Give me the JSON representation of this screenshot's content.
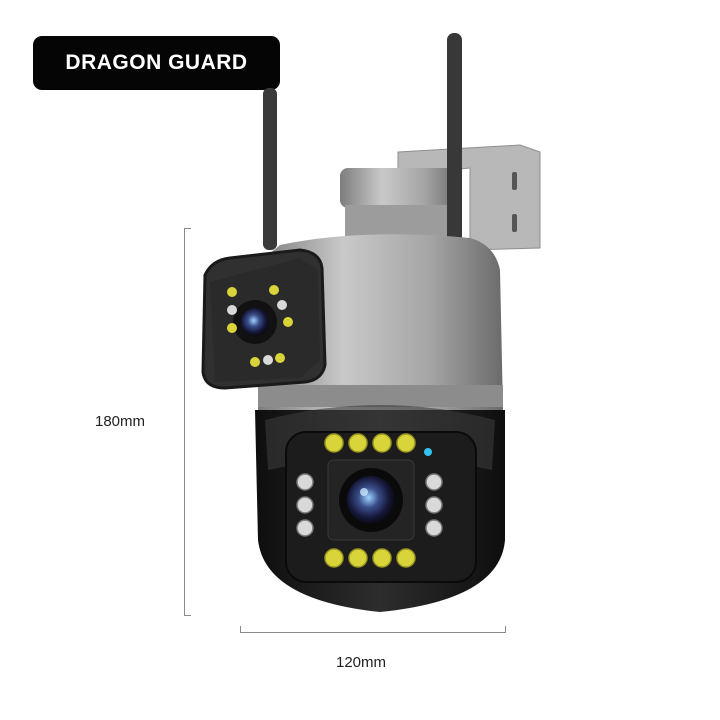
{
  "brand": {
    "label": "DRAGON GUARD"
  },
  "dimensions": {
    "height": "180mm",
    "width": "120mm"
  },
  "product": {
    "type": "dual-lens PTZ wifi security camera",
    "colors": {
      "body": "#9a9a9a",
      "dome": "#1a1a1a",
      "led_yellow": "#d8d43a",
      "led_white": "#d9d9d9",
      "indicator": "#33c3f0"
    }
  }
}
